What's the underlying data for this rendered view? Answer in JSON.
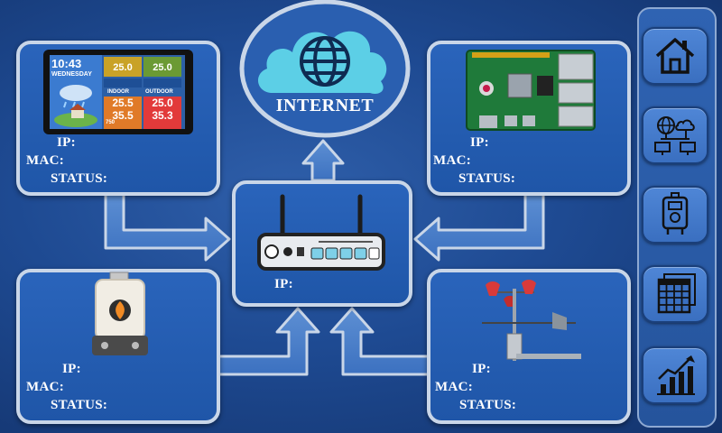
{
  "internet": {
    "label": "INTERNET"
  },
  "field_labels": {
    "ip": "IP:",
    "mac": "MAC:",
    "status": "STATUS:"
  },
  "devices": {
    "weather_display": {
      "icon": "weather-display-icon",
      "screen": {
        "time": "10:43",
        "day": "WEDNESDAY",
        "indoor_label": "INDOOR",
        "outdoor_label": "OUTDOOR",
        "tile_top_left": "25.0",
        "tile_top_right": "25.0",
        "tile_mid_left": "25.5",
        "tile_mid_right": "25.0",
        "tile_bottom_left": "35.5",
        "tile_bottom_right": "35.3",
        "pressure": "750"
      }
    },
    "raspberry_pi": {
      "icon": "raspberry-pi-board-icon"
    },
    "router": {
      "icon": "router-icon"
    },
    "water_heater": {
      "icon": "water-heater-icon"
    },
    "weather_station": {
      "icon": "anemometer-icon"
    }
  },
  "sidebar": [
    {
      "name": "home",
      "icon": "home-icon"
    },
    {
      "name": "network",
      "icon": "network-cloud-icon"
    },
    {
      "name": "heater",
      "icon": "water-heater-icon"
    },
    {
      "name": "calendar",
      "icon": "calendar-icon"
    },
    {
      "name": "statistics",
      "icon": "bar-chart-icon"
    }
  ],
  "colors": {
    "background": "#1e4a92",
    "panel_fill": "#2459ad",
    "panel_border": "#c9d6e8",
    "cloud": "#5ccfe6",
    "text": "#ffffff"
  }
}
